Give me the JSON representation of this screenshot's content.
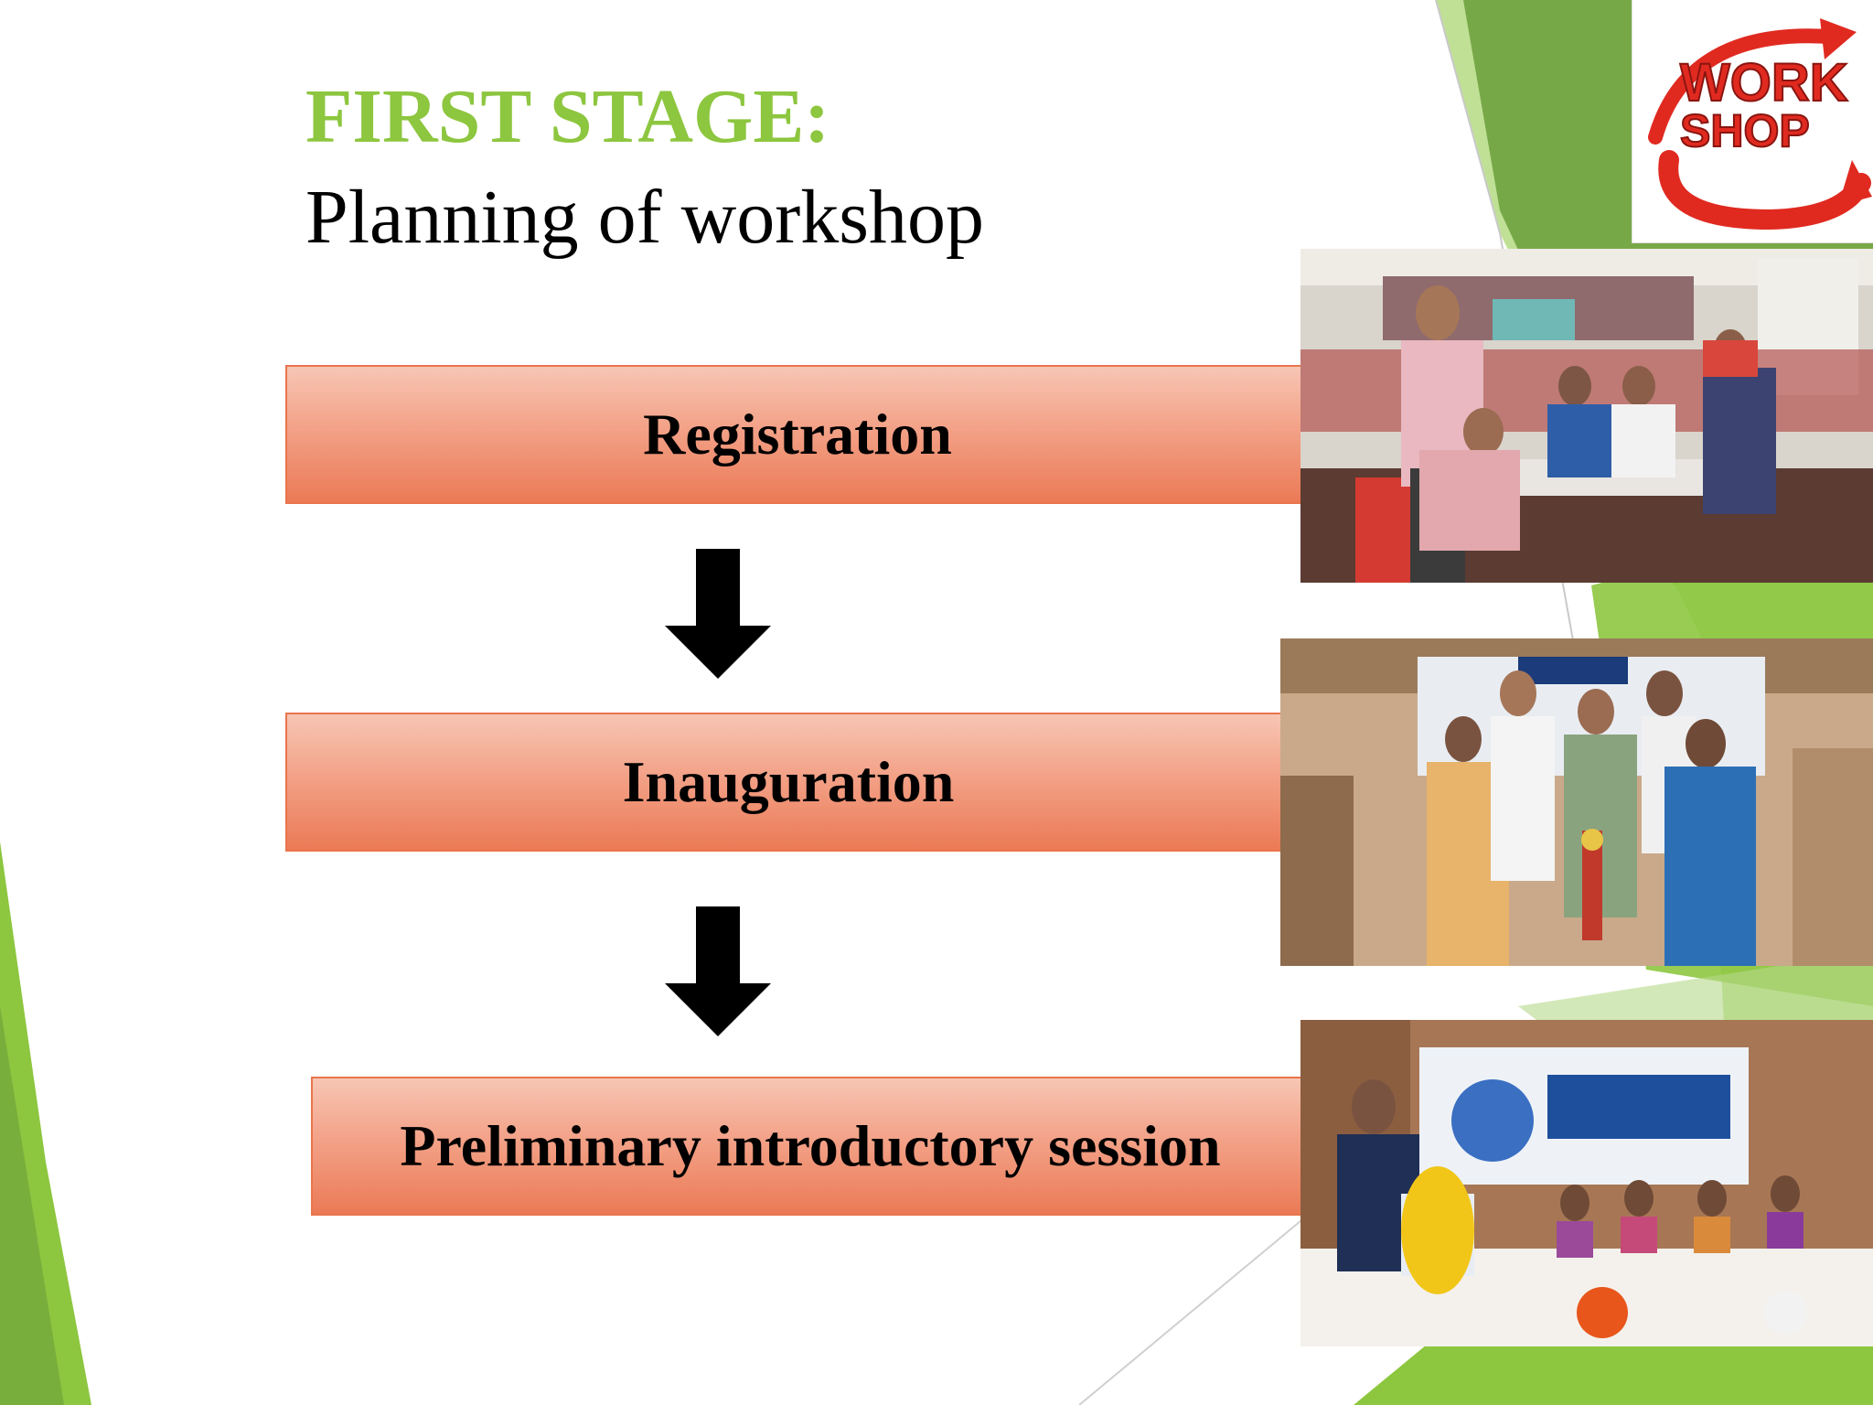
{
  "slide": {
    "title": "FIRST STAGE:",
    "subtitle": "Planning of workshop"
  },
  "stages": [
    {
      "label": "Registration"
    },
    {
      "label": "Inauguration"
    },
    {
      "label": "Preliminary introductory session"
    }
  ],
  "logo": {
    "line1": "WORK",
    "line2": "SHOP"
  },
  "colors": {
    "accent_green": "#8dc63f",
    "dark_green": "#6a9e3a",
    "box_orange": "#eb7a56",
    "logo_red": "#e02a20"
  },
  "images": [
    {
      "icon": "registration-photo"
    },
    {
      "icon": "inauguration-photo"
    },
    {
      "icon": "session-photo"
    }
  ]
}
